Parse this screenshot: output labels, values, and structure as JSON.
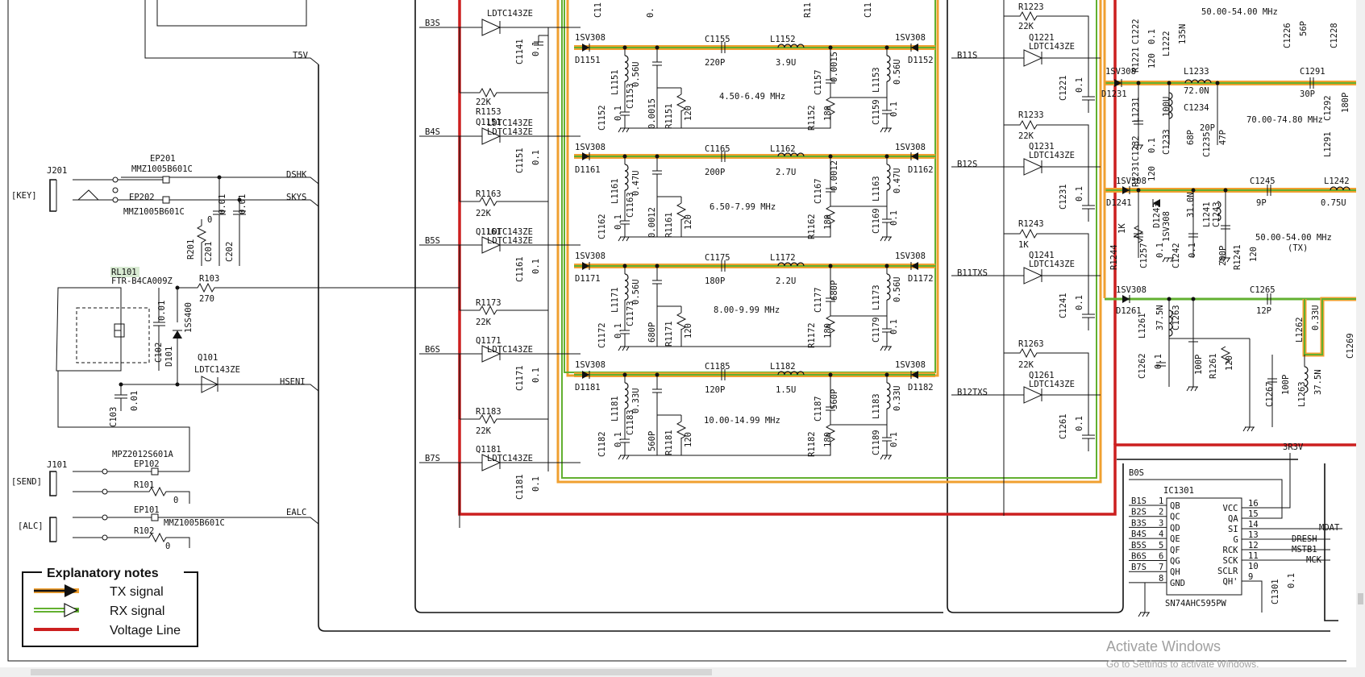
{
  "labels": {
    "t5v": "T5V",
    "dshk": "DSHK",
    "skys": "SKYS",
    "hseni": "HSENI",
    "ealc": "EALC",
    "j201": "J201",
    "key": "[KEY]",
    "ep201": "EP201",
    "ep201_part": "MMZ1005B601C",
    "ep202": "EP202",
    "ep202_part": "MMZ1005B601C",
    "r201": "R201",
    "r201_val": "0",
    "c201": "C201",
    "c201_val": "0.01",
    "c202": "C202",
    "c202_val": "0.01",
    "rl101": "RL101",
    "rl101_part": "FTR-B4CA009Z",
    "r103": "R103",
    "r103_val": "270",
    "c101_val": "0.01",
    "c102": "C102",
    "d101": "D101",
    "d101_part": "1SS400",
    "q101": "Q101",
    "q101_part": "LDTC143ZE",
    "c103": "C103",
    "c103_val": "0.01",
    "j101": "J101",
    "send": "[SEND]",
    "ep102": "EP102",
    "ep102_part": "MPZ2012S601A",
    "r101": "R101",
    "r101_val": "0",
    "alc": "[ALC]",
    "ep101": "EP101",
    "ep101_part": "MMZ1005B601C",
    "r102": "R102",
    "r102_val": "0",
    "b3s": "B3S",
    "b4s": "B4S",
    "b5s": "B5S",
    "b6s": "B6S",
    "b7s": "B7S",
    "c1141": "C1141",
    "r1153": "R1153",
    "q1151": "Q1151",
    "c1151": "C1151",
    "r1163": "R1163",
    "q1161": "Q1161",
    "c1161": "C1161",
    "r1173": "R1173",
    "q1171": "Q1171",
    "c1171": "C1171",
    "r1183": "R1183",
    "q1181": "Q1181",
    "c1181": "C1181",
    "ldtc": "LDTC143ZE",
    "k22": "22K",
    "v01": "0.1",
    "sv": "1SV308",
    "d1151": "D1151",
    "d1152": "D1152",
    "c1155": "C1155",
    "c1155_val": "220P",
    "l1152": "L1152",
    "l1152_val": "3.9U",
    "l1151": "L1151",
    "l1151_val": "0.56U",
    "c1153": "C1153",
    "c1152": "C1152",
    "c1153_val": "0.0015",
    "r1151": "R1151",
    "r1151_val": "120",
    "band1": "4.50-6.49 MHz",
    "c1157_val": "0.0015",
    "c1157": "C1157",
    "r1152": "R1152",
    "r1152_val": "180",
    "l1153": "L1153",
    "l1153_val": "0.56U",
    "c1159": "C1159",
    "d1161": "D1161",
    "d1162": "D1162",
    "c1165": "C1165",
    "c1165_val": "200P",
    "l1162": "L1162",
    "l1162_val": "2.7U",
    "l1161": "L1161",
    "l1161_val": "0.47U",
    "c1163": "C1163",
    "c1162": "C1162",
    "c1163_val": "0.0012",
    "r1161": "R1161",
    "r1161_val": "120",
    "band2": "6.50-7.99 MHz",
    "c1167_val": "0.0012",
    "c1167": "C1167",
    "r1162": "R1162",
    "r1162_val": "180",
    "l1163": "L1163",
    "l1163_val": "0.47U",
    "c1169": "C1169",
    "d1171": "D1171",
    "d1172": "D1172",
    "c1175": "C1175",
    "c1175_val": "180P",
    "l1172": "L1172",
    "l1172_val": "2.2U",
    "l1171": "L1171",
    "l1171_val": "0.56U",
    "c1173": "C1173",
    "c1172": "C1172",
    "c1173_val": "680P",
    "r1171": "R1171",
    "r1171_val": "120",
    "band3": "8.00-9.99 MHz",
    "c1177_val": "680P",
    "c1177": "C1177",
    "r1172": "R1172",
    "r1172_val": "180",
    "l1173": "L1173",
    "l1173_val": "0.56U",
    "c1179": "C1179",
    "d1181": "D1181",
    "d1182": "D1182",
    "c1185": "C1185",
    "c1185_val": "120P",
    "l1182": "L1182",
    "l1182_val": "1.5U",
    "l1181": "L1181",
    "l1181_val": "0.33U",
    "c1183": "C1183",
    "c1182": "C1182",
    "c1183_val": "560P",
    "r1181": "R1181",
    "r1181_val": "120",
    "band4": "10.00-14.99 MHz",
    "c1187_val": "560P",
    "c1187": "C1187",
    "r1182": "R1182",
    "r1182_val": "180",
    "l1183": "L1183",
    "l1183_val": "0.33U",
    "c1189": "C1189",
    "top_c11": "C11",
    "top_r11": "R11",
    "top_v0": "0.",
    "b11s": "B11S",
    "b12s": "B12S",
    "b11txs": "B11TXS",
    "b12txs": "B12TXS",
    "r1223": "R1223",
    "q1221": "Q1221",
    "c1221": "C1221",
    "r1233": "R1233",
    "q1231": "Q1231",
    "c1231": "C1231",
    "r1243": "R1243",
    "k1": "1K",
    "q1241": "Q1241",
    "c1241": "C1241",
    "r1263": "R1263",
    "q1261": "Q1261",
    "c1261": "C1261",
    "c1222": "C1222",
    "r1221": "R1221",
    "r1221_val": "120",
    "l1222": "L1222",
    "l1222_val": "135N",
    "band5": "50.00-54.00 MHz",
    "c1226": "C1226",
    "c1226_val": "56P",
    "c1228": "C1228",
    "d1231": "D1231",
    "l1233": "L1233",
    "l1233_val": "72.0N",
    "c1291": "C1291",
    "c1291_val": "30P",
    "l1231": "L1231",
    "l1231_val": "100U",
    "c1234": "C1234",
    "c1234_val": "20P",
    "c1233": "C1233",
    "c1233_val": "68P",
    "c1235": "C1235",
    "c1235_val": "47P",
    "band6": "70.00-74.80 MHz",
    "c1232": "C1232",
    "r1231": "R1231",
    "r1231_val": "120",
    "l1291": "L1291",
    "c1292": "C1292",
    "v180p": "180P",
    "d1241": "D1241",
    "d1243": "D1243",
    "c1245": "C1245",
    "c1245_val": "9P",
    "l1242": "L1242",
    "l1242_val": "0.75U",
    "l1241": "L1241",
    "l1241_val": "31.0N",
    "c1243": "C1243",
    "c1243_val": "200P",
    "band7": "50.00-54.00 MHz",
    "tx": "(TX)",
    "r1244": "R1244",
    "c1257": "C1257",
    "c1242": "C1242",
    "r1241": "R1241",
    "r1241_val": "120",
    "d1261": "D1261",
    "c1265": "C1265",
    "c1265_val": "12P",
    "l1261": "L1261",
    "l1261_val": "37.5N",
    "c1263": "C1263",
    "l1262": "L1262",
    "l1262_val": "0.33U",
    "c1262": "C1262",
    "c1263_val": "100P",
    "r1261": "R1261",
    "r1261_val": "120",
    "c1267": "C1267",
    "c1267_val": "100P",
    "l1263": "L1263",
    "l1263_val": "37.5N",
    "c1269": "C1269",
    "r3v3": "3R3V",
    "b0s": "B0S",
    "ic1301": "IC1301",
    "ic_part": "SN74AHC595PW",
    "mdat": "MDAT",
    "dresh": "DRESH",
    "mstb1": "MSTB1",
    "mck": "MCK",
    "c1301": "C1301"
  },
  "ic_pins_left": [
    {
      "net": "B1S",
      "num": "1",
      "pin": "QB"
    },
    {
      "net": "B2S",
      "num": "2",
      "pin": "QC"
    },
    {
      "net": "B3S",
      "num": "3",
      "pin": "QD"
    },
    {
      "net": "B4S",
      "num": "4",
      "pin": "QE"
    },
    {
      "net": "B5S",
      "num": "5",
      "pin": "QF"
    },
    {
      "net": "B6S",
      "num": "6",
      "pin": "QG"
    },
    {
      "net": "B7S",
      "num": "7",
      "pin": "QH"
    },
    {
      "net": "",
      "num": "8",
      "pin": "GND"
    }
  ],
  "ic_pins_right": [
    {
      "pin": "VCC",
      "num": "16"
    },
    {
      "pin": "QA",
      "num": "15"
    },
    {
      "pin": "SI",
      "num": "14"
    },
    {
      "pin": "G",
      "num": "13"
    },
    {
      "pin": "RCK",
      "num": "12"
    },
    {
      "pin": "SCK",
      "num": "11"
    },
    {
      "pin": "SCLR",
      "num": "10"
    },
    {
      "pin": "QH'",
      "num": "9"
    }
  ],
  "legend": {
    "title": "Explanatory notes",
    "tx": "TX signal",
    "rx": "RX signal",
    "voltage": "Voltage Line"
  },
  "colors": {
    "tx_signal": "#f0a030",
    "rx_signal": "#62b030",
    "voltage_line": "#cc1f1f",
    "highlight": "#d8ead2"
  },
  "watermark": {
    "line1": "Activate Windows",
    "line2": "Go to Settings to activate Windows."
  }
}
